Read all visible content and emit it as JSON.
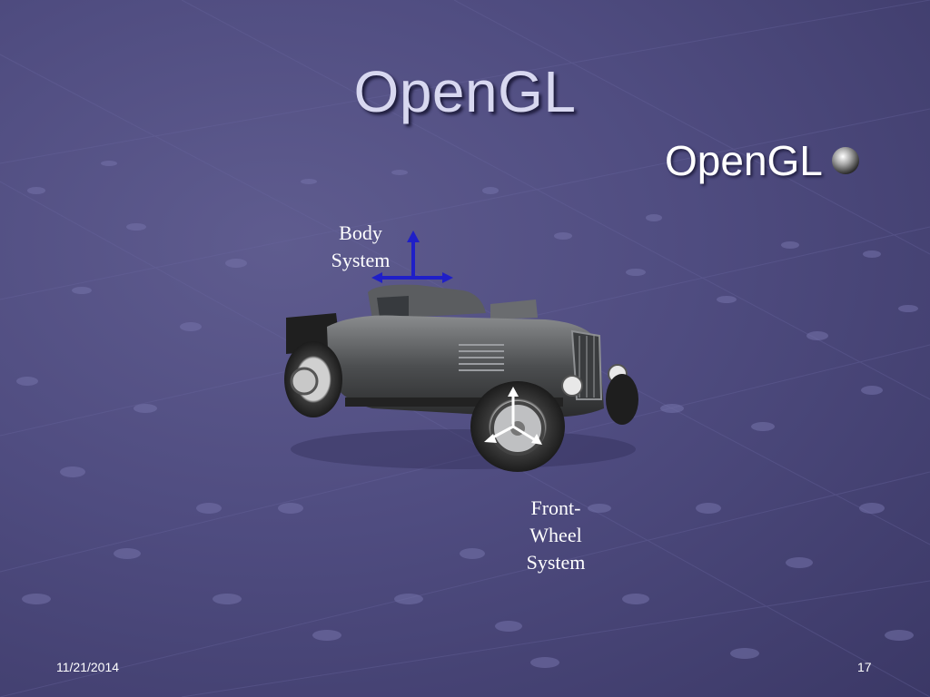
{
  "slide": {
    "title": "OpenGL",
    "bullet_text": "OpenGL",
    "body_label_line1": "Body",
    "body_label_line2": "System",
    "wheel_label_line1": "Front-",
    "wheel_label_line2": "Wheel",
    "wheel_label_line3": "System",
    "date": "11/21/2014",
    "page_number": "17"
  },
  "icons": {
    "bullet": "sphere-bullet-icon"
  },
  "colors": {
    "background": "#4f4c80",
    "title": "#d8d8f0",
    "axis_blue": "#1f1fc8",
    "axis_white": "#ffffff"
  }
}
